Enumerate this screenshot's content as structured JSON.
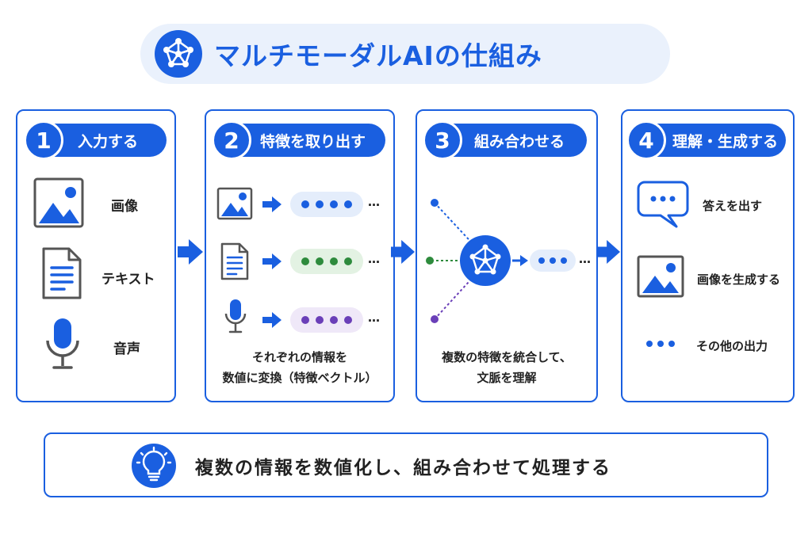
{
  "title": "マルチモーダルAIの仕組み",
  "colors": {
    "primary": "#1a5fe0",
    "pale": "#eaf1fc",
    "green": "#2e8b3d",
    "green_bg": "#e3f2e3",
    "purple": "#6a3fb8",
    "purple_bg": "#efe8f8",
    "blue_bg": "#e4edfb"
  },
  "steps": [
    {
      "number": "1",
      "label": "入力する",
      "items": [
        {
          "icon": "image-icon",
          "label": "画像"
        },
        {
          "icon": "document-icon",
          "label": "テキスト"
        },
        {
          "icon": "microphone-icon",
          "label": "音声"
        }
      ]
    },
    {
      "number": "2",
      "label": "特徴を取り出す",
      "caption_line1": "それぞれの情報を",
      "caption_line2": "数値に変換（特徴ベクトル）"
    },
    {
      "number": "3",
      "label": "組み合わせる",
      "caption_line1": "複数の特徴を統合して、",
      "caption_line2": "文脈を理解"
    },
    {
      "number": "4",
      "label": "理解・生成する",
      "items": [
        {
          "icon": "speech-bubble-icon",
          "label": "答えを出す"
        },
        {
          "icon": "image-icon",
          "label": "画像を生成する"
        },
        {
          "icon": "dots-icon",
          "label": "その他の出力"
        }
      ]
    }
  ],
  "ellipsis": "…",
  "summary": "複数の情報を数値化し、組み合わせて処理する"
}
